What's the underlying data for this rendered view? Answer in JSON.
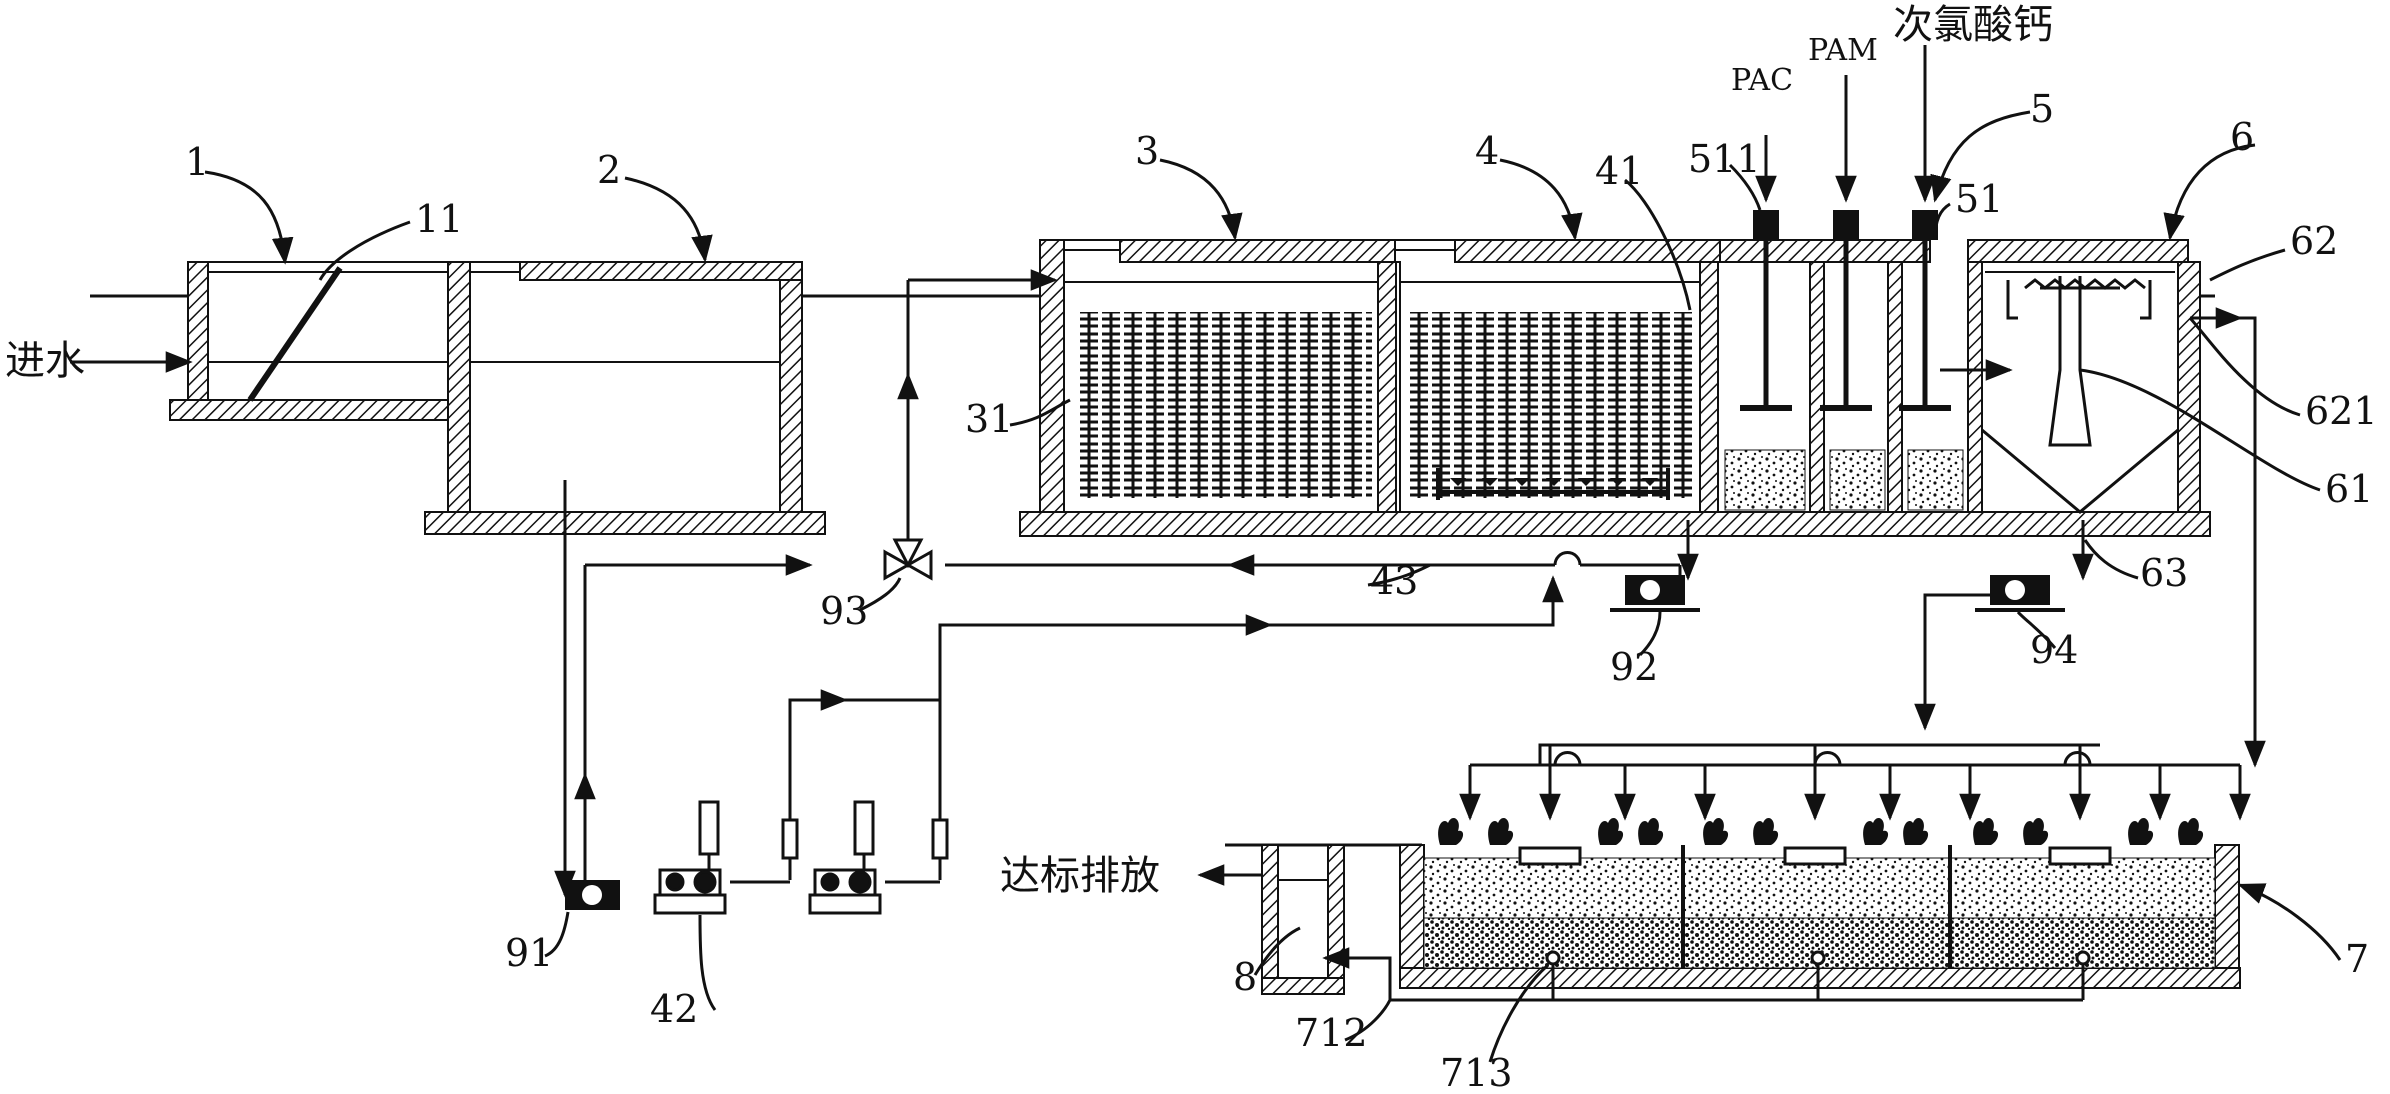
{
  "diagram": {
    "labels": {
      "n1": "1",
      "n11": "11",
      "n2": "2",
      "n3": "3",
      "n31": "31",
      "n4": "4",
      "n41": "41",
      "n42": "42",
      "n43": "43",
      "n5": "5",
      "n51": "51",
      "n511": "511",
      "n6": "6",
      "n61": "61",
      "n62": "62",
      "n621": "621",
      "n63": "63",
      "n7": "7",
      "n712": "712",
      "n713": "713",
      "n8": "8",
      "n91": "91",
      "n92": "92",
      "n93": "93",
      "n94": "94"
    },
    "inlet": "进水",
    "outlet": "达标排放",
    "chemicals": {
      "pac": "PAC",
      "pam": "PAM",
      "hypochlorite": "次氯酸钙"
    }
  }
}
